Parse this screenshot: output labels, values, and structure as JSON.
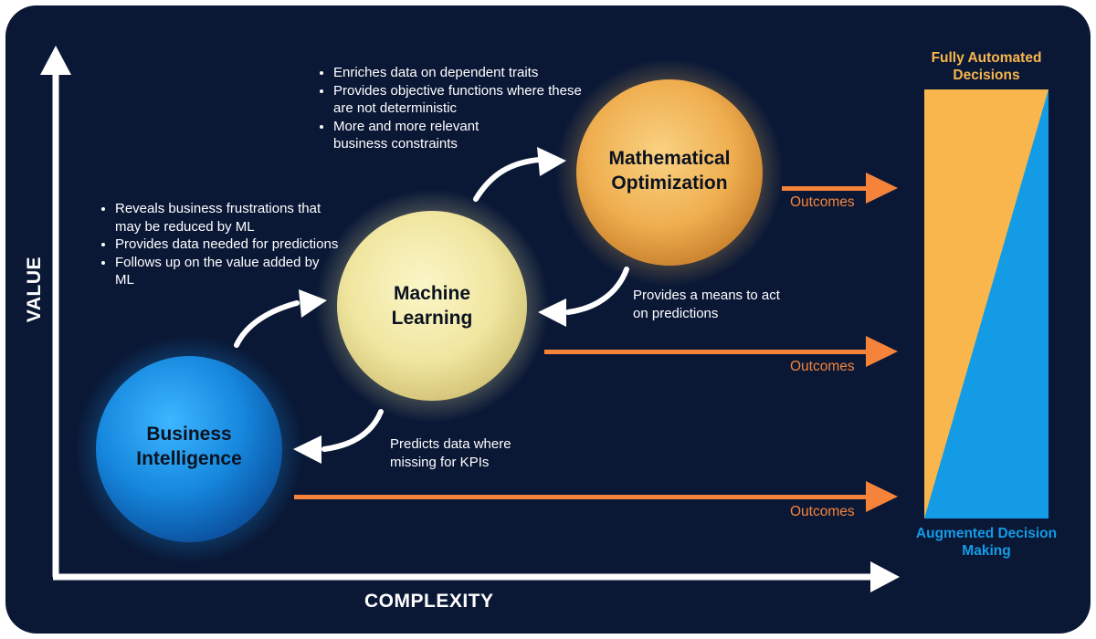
{
  "axes": {
    "y_label": "VALUE",
    "x_label": "COMPLEXITY"
  },
  "nodes": {
    "business_intelligence": {
      "line1": "Business",
      "line2": "Intelligence",
      "color": "#1a8fe0"
    },
    "machine_learning": {
      "line1": "Machine",
      "line2": "Learning",
      "color": "#f3eba4"
    },
    "mathematical_optimization": {
      "line1": "Mathematical",
      "line2": "Optimization",
      "color": "#f1b85a"
    }
  },
  "notes": {
    "bi_to_ml": [
      "Reveals business frustrations that may be reduced by ML",
      "Provides data needed for predictions",
      "Follows up on the value added by ML"
    ],
    "ml_to_mo": [
      "Enriches data on dependent traits",
      "Provides objective functions where these are not deterministic",
      "More and more relevant business constraints"
    ],
    "mo_to_ml": "Provides a means to act on predictions",
    "ml_to_bi": "Predicts data where missing for KPIs"
  },
  "outcomes": {
    "mo": "Outcomes",
    "ml": "Outcomes",
    "bi": "Outcomes"
  },
  "automation_bar": {
    "top_label": "Fully Automated Decisions",
    "bottom_label": "Augmented Decision Making",
    "top_color": "#f8b64c",
    "bottom_color": "#139be6"
  },
  "colors": {
    "background": "#0a1836",
    "arrow_orange": "#f5843a",
    "white": "#ffffff"
  }
}
